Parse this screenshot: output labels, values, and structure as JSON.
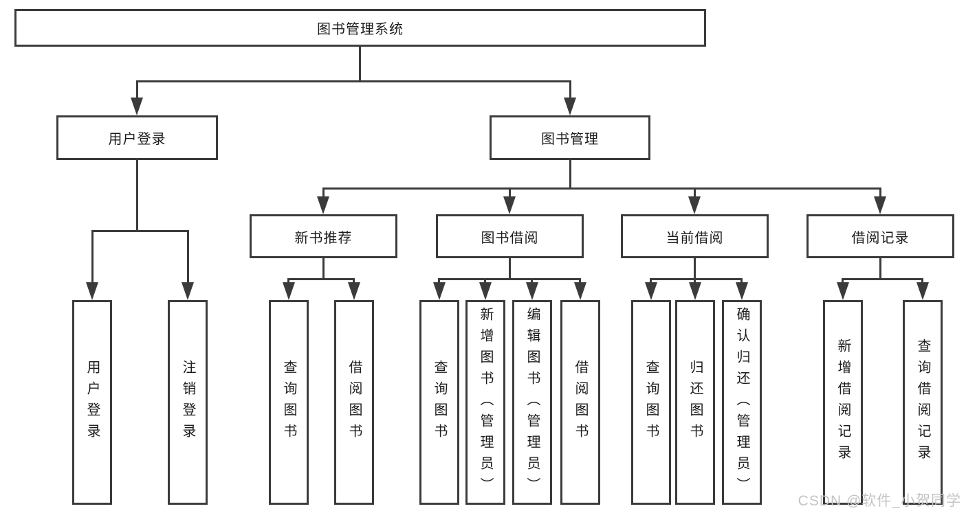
{
  "colors": {
    "line": "#3b3b3b",
    "text": "#1d1d1d",
    "background": "#ffffff",
    "watermark": "#c4c4c4"
  },
  "tree": {
    "root": {
      "label": "图书管理系统"
    },
    "level2": [
      {
        "label": "用户登录"
      },
      {
        "label": "图书管理"
      }
    ],
    "level3": [
      {
        "label": "新书推荐"
      },
      {
        "label": "图书借阅"
      },
      {
        "label": "当前借阅"
      },
      {
        "label": "借阅记录"
      }
    ],
    "leaves": {
      "user_login": [
        {
          "label": "用户登录"
        },
        {
          "label": "注销登录"
        }
      ],
      "new_books": [
        {
          "label": "查询图书"
        },
        {
          "label": "借阅图书"
        }
      ],
      "book_borrow": [
        {
          "label": "查询图书"
        },
        {
          "label": "新增图书（管理员）"
        },
        {
          "label": "编辑图书（管理员）"
        },
        {
          "label": "借阅图书"
        }
      ],
      "current_borrow": [
        {
          "label": "查询图书"
        },
        {
          "label": "归还图书"
        },
        {
          "label": "确认归还（管理员）"
        }
      ],
      "borrow_records": [
        {
          "label": "新增借阅记录"
        },
        {
          "label": "查询借阅记录"
        }
      ]
    }
  },
  "watermark": {
    "text": "CSDN @软件_小贺同学"
  }
}
